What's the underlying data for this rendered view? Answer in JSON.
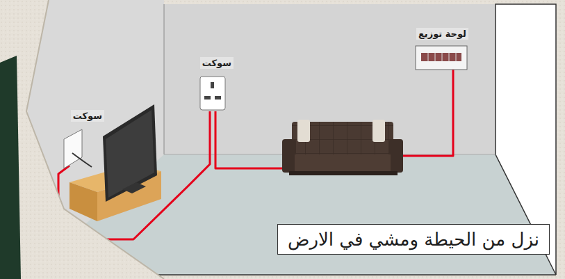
{
  "diagram": {
    "caption": "نزل من الحيطة ومشي في الارض",
    "labels": [
      "لوحة توزيع",
      "سوكت",
      "سوكت"
    ]
  }
}
